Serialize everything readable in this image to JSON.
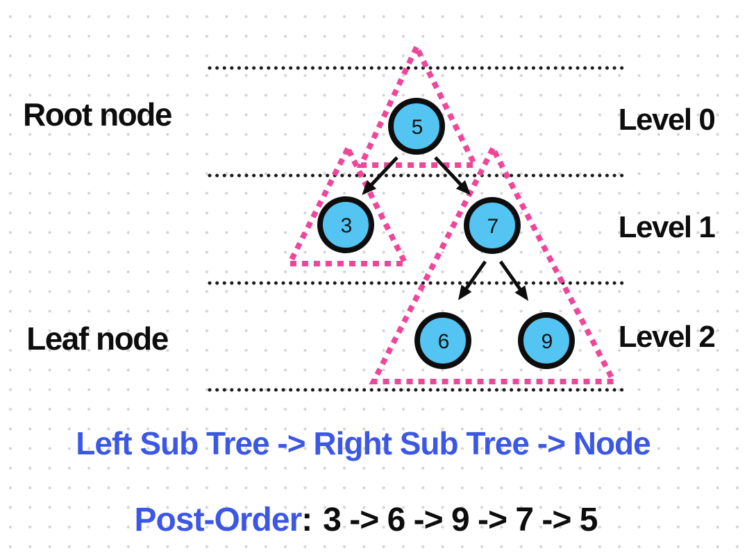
{
  "annotations": {
    "root_label": "Root node",
    "leaf_label": "Leaf node",
    "level_labels": [
      "Level 0",
      "Level 1",
      "Level 2"
    ]
  },
  "tree": {
    "nodes": [
      {
        "role": "root",
        "value": "5"
      },
      {
        "role": "left-child",
        "value": "3"
      },
      {
        "role": "right-child",
        "value": "7"
      },
      {
        "role": "right-left-leaf",
        "value": "6"
      },
      {
        "role": "right-right-leaf",
        "value": "9"
      }
    ],
    "edges": [
      "5-3",
      "5-7",
      "7-6",
      "7-9"
    ],
    "subtree_markers": [
      "root-node-triangle",
      "left-subtree-triangle",
      "right-subtree-triangle"
    ]
  },
  "traversal": {
    "rule": "Left Sub Tree -> Right Sub Tree -> Node",
    "order_label": "Post-Order",
    "separator": ":",
    "sequence": "3 -> 6 -> 9 -> 7 -> 5"
  },
  "colors": {
    "node_fill": "#54c4f2",
    "node_stroke": "#0d0d0d",
    "triangle_pink": "#ee4699",
    "dotted_line_black": "#1a1a1a",
    "accent_blue": "#3c57e6",
    "grid_dot_gray": "#d5d5d5",
    "background": "#ffffff"
  }
}
